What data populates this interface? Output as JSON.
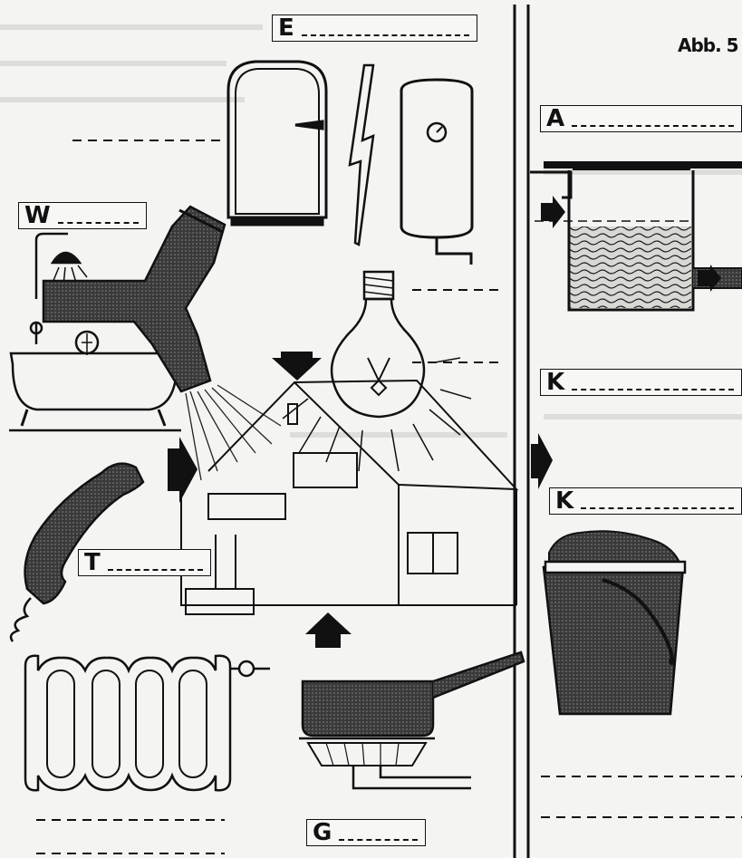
{
  "figure_title": "Abb. 5",
  "labels": {
    "E": "E",
    "W": "W",
    "T": "T",
    "G": "G",
    "A": "A",
    "K1": "K",
    "K2": "K"
  },
  "items": [
    {
      "icon": "refrigerator-icon"
    },
    {
      "icon": "lightning-icon"
    },
    {
      "icon": "water-heater-icon"
    },
    {
      "icon": "shower-bath-icon"
    },
    {
      "icon": "hair-dryer-icon"
    },
    {
      "icon": "light-bulb-icon"
    },
    {
      "icon": "house-icon"
    },
    {
      "icon": "telephone-handset-icon"
    },
    {
      "icon": "radiator-icon"
    },
    {
      "icon": "cooking-pot-on-gas-burner-icon"
    },
    {
      "icon": "sewage-tank-icon"
    },
    {
      "icon": "garbage-bucket-icon"
    }
  ],
  "colors": {
    "ink": "#111111",
    "hatch": "#2a2a2a",
    "paper": "#f4f4f2"
  }
}
